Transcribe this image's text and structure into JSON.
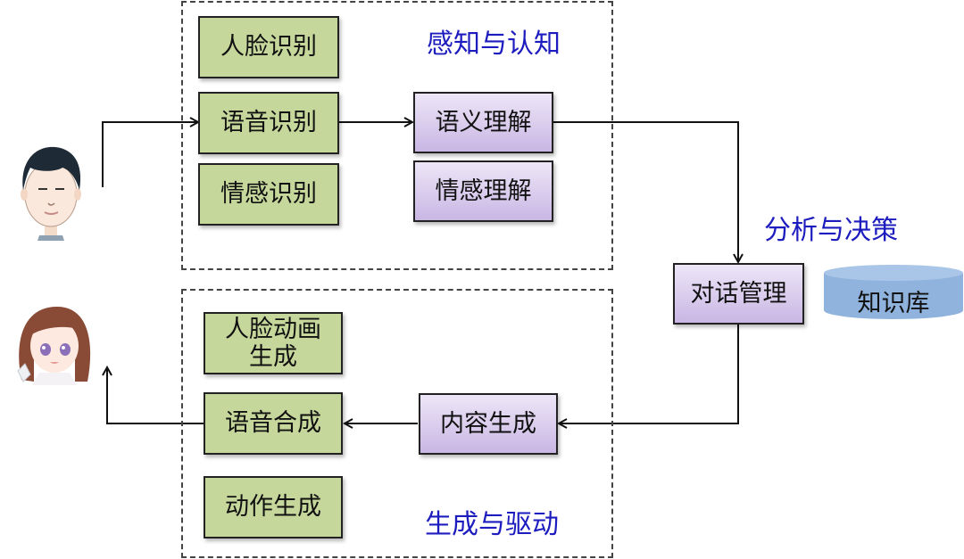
{
  "groups": {
    "perception": {
      "title": "感知与认知"
    },
    "analysis": {
      "title": "分析与决策"
    },
    "generation": {
      "title": "生成与驱动"
    }
  },
  "perception_boxes": {
    "face_recognition": "人脸识别",
    "speech_recognition": "语音识别",
    "emotion_recognition": "情感识别",
    "semantic_understanding": "语义理解",
    "emotion_understanding": "情感理解"
  },
  "analysis_boxes": {
    "dialog_management": "对话管理",
    "knowledge_base": "知识库"
  },
  "generation_boxes": {
    "face_animation_line1": "人脸动画",
    "face_animation_line2": "生成",
    "speech_synthesis": "语音合成",
    "motion_generation": "动作生成",
    "content_generation": "内容生成"
  },
  "actors": {
    "user": "user-avatar-icon",
    "virtual_human": "virtual-human-avatar-icon"
  },
  "colors": {
    "green_box": "#c6d79c",
    "purple_box": "#d9ccee",
    "knowledge_base": "#8fb3dd",
    "group_title": "#1c1cbf"
  }
}
